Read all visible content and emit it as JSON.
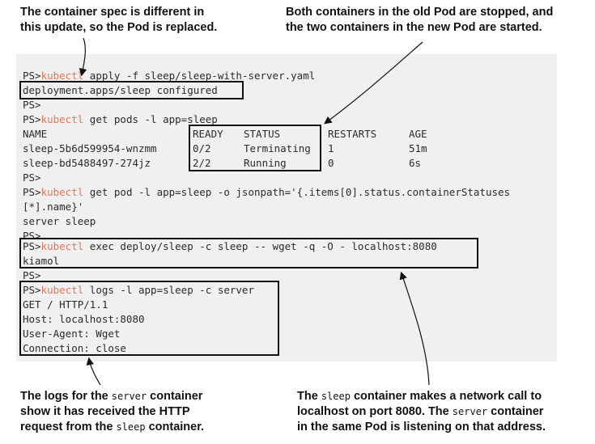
{
  "annotations": {
    "top_left": [
      "The container spec is different in",
      "this update, so the Pod is replaced."
    ],
    "top_right": [
      "Both containers in the old Pod are stopped, and",
      "the two containers in the new Pod are started."
    ],
    "bottom_left": {
      "l1_pre": "The logs for the ",
      "l1_code": "server",
      "l1_post": " container",
      "l2": "show it has received the HTTP",
      "l3_pre": "request from the ",
      "l3_code": "sleep",
      "l3_post": " container."
    },
    "bottom_right": {
      "l1_pre": "The ",
      "l1_code": "sleep",
      "l1_post": " container makes a network call to",
      "l2": "localhost on port 8080. The ",
      "l2_code": "server",
      "l2_post": " container",
      "l3": "in the same Pod is listening on that address."
    }
  },
  "terminal": {
    "prompt": "PS>",
    "command_word": "kubectl",
    "apply_args": " apply -f sleep/sleep-with-server.yaml",
    "apply_output": "deployment.apps/sleep configured",
    "getpods_args": " get pods -l app=sleep",
    "pods_table": {
      "headers": [
        "NAME",
        "READY",
        "STATUS",
        "RESTARTS",
        "AGE"
      ],
      "rows": [
        [
          "sleep-5b6d599954-wnzmm",
          "0/2",
          "Terminating",
          "1",
          "51m"
        ],
        [
          "sleep-bd5488497-274jz",
          "2/2",
          "Running",
          "0",
          "6s"
        ]
      ]
    },
    "getpod_args": " get pod -l app=sleep -o jsonpath='{.items[0].status.containerStatuses",
    "getpod_args_cont": "[*].name}'",
    "getpod_output": "server sleep",
    "exec_args": " exec deploy/sleep -c sleep -- wget -q -O - localhost:8080",
    "exec_output": "kiamol",
    "logs_args": " logs -l app=sleep -c server",
    "logs_output": [
      "GET / HTTP/1.1",
      "Host: localhost:8080",
      "User-Agent: Wget",
      "Connection: close"
    ]
  },
  "colors": {
    "terminal_bg": "#f0f0f0",
    "command_accent": "#e0785a",
    "text": "#2a2a2a"
  }
}
